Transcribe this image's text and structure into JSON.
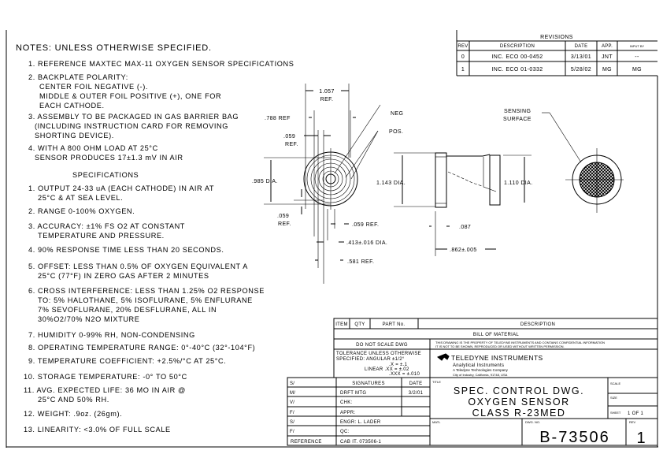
{
  "notes": {
    "title": "NOTES: UNLESS OTHERWISE SPECIFIED.",
    "items": [
      [
        "1. REFERENCE   MAXTEC MAX-11 OXYGEN SENSOR SPECIFICATIONS"
      ],
      [
        "2. BACKPLATE POLARITY:",
        "CENTER FOIL NEGATIVE (-).",
        "MIDDLE & OUTER FOIL POSITIVE (+), ONE FOR",
        "EACH CATHODE."
      ],
      [
        "3. ASSEMBLY TO BE PACKAGED IN GAS BARRIER BAG",
        "(INCLUDING INSTRUCTION CARD FOR REMOVING",
        "SHORTING DEVICE)."
      ],
      [
        "4. WITH A 800 OHM LOAD AT 25°C",
        "SENSOR PRODUCES 17±1.3 mV IN AIR"
      ]
    ]
  },
  "specs": {
    "title": "SPECIFICATIONS",
    "items": [
      [
        "1. OUTPUT 24-33 uA (EACH CATHODE) IN AIR AT",
        "25°C & AT SEA LEVEL."
      ],
      [
        "2. RANGE 0-100% OXYGEN."
      ],
      [
        "3. ACCURACY: ±1% FS O2 AT CONSTANT",
        "TEMPERATURE AND PRESSURE."
      ],
      [
        "4. 90% RESPONSE TIME LESS THAN 20 SECONDS."
      ],
      [
        "5. OFFSET: LESS THAN 0.5% OF OXYGEN EQUIVALENT A",
        "25°C (77°F) IN ZERO GAS AFTER 2 MINUTES"
      ],
      [
        "6. CROSS INTERFERENCE: LESS THAN 1.25% O2 RESPONSE",
        "TO: 5% HALOTHANE, 5% ISOFLURANE, 5% ENFLURANE",
        "7% SEVOFLURANE, 20% DESFLURANE, ALL IN",
        "30%O2/70% N2O MIXTURE"
      ],
      [
        "7. HUMIDITY 0-99% RH, NON-CONDENSING"
      ],
      [
        "8. OPERATING TEMPERATURE RANGE: 0°-40°C (32°-104°F)"
      ],
      [
        "9. TEMPERATURE COEFFICIENT: +2.5%/°C AT 25°C."
      ],
      [
        "10. STORAGE TEMPERATURE: -0° TO 50°C"
      ],
      [
        "11. AVG. EXPECTED LIFE: 36 MO IN AIR @",
        "25°C AND 50% RH."
      ],
      [
        "12. WEIGHT: .9oz. (26gm)."
      ],
      [
        "13. LINEARITY: <3.0% OF FULL SCALE"
      ]
    ]
  },
  "revisions": {
    "title": "REVISIONS",
    "headers": [
      "REV",
      "DESCRIPTION",
      "DATE",
      "APP.",
      "INPUT BY"
    ],
    "rows": [
      [
        "0",
        "INC. ECO 00-0452",
        "3/13/01",
        "JNT",
        "--"
      ],
      [
        "1",
        "INC. ECO 01-0332",
        "5/28/02",
        "MG",
        "MG"
      ]
    ]
  },
  "dims": {
    "d1057": "1.057",
    "ref": "REF.",
    "d788": ".788 REF",
    "d059a": ".059",
    "refa": "REF.",
    "neg": "NEG",
    "pos": "POS.",
    "d985": ".985 DIA.",
    "d059b": ".059",
    "refb": "REF.",
    "d059c": ".059 REF.",
    "d413": ".413±.016 DIA.",
    "d581": ".581 REF.",
    "d1143": "1.143 DIA.",
    "d1110": "1.110 DIA.",
    "d087": ".087",
    "d862": ".862±.005",
    "sensing1": "SENSING",
    "sensing2": "SURFACE"
  },
  "bom": {
    "headers": [
      "ITEM",
      "QTY",
      "PART No.",
      "DESCRIPTION"
    ],
    "title": "BILL OF MATERIAL",
    "no_scale": "DO NOT SCALE DWG",
    "proprietary1": "THIS DRAWING IS THE PROPERTY OF TELEDYNE INSTRUMENTS AND CONTAINS CONFIDENTIAL INFORMATION",
    "proprietary2": "IT IS NOT TO BE SHOWN, REPRODUCED OR USED WITHOUT WRITTEN PERMISSION.",
    "tol1": "TOLERANCE UNLESS OTHERWISE",
    "tol2": "SPECIFIED: ANGULAR ±1/2°",
    "tol3": ".X    = ±.1",
    "tol4": "LINEAR  .XX    = ±.02",
    "tol5": ".XXX  = ±.010",
    "company": "TELEDYNE INSTRUMENTS",
    "division": "Analytical Instruments",
    "sub": "A Teledyne Technologies Company",
    "address": "City of Industry, California, 91748, USA"
  },
  "signatures": {
    "rows": [
      [
        "S/",
        "SIGNATURES",
        "DATE"
      ],
      [
        "M/",
        "DRFT  MTG",
        "3/2/01"
      ],
      [
        "V/",
        "CHK:",
        ""
      ],
      [
        "F/",
        "APPR:",
        ""
      ],
      [
        "S/",
        "ENGR:   L. LADER",
        ""
      ],
      [
        "F/",
        "QC:",
        ""
      ],
      [
        "REFERENCE",
        "CAB IT. 073506-1",
        ""
      ]
    ]
  },
  "titleblock": {
    "title_label": "TITLE",
    "title1": "SPEC. CONTROL DWG.",
    "title2": "OXYGEN SENSOR",
    "title3": "CLASS R-23MED",
    "scale_label": "SCALE",
    "size_label": "SIZE",
    "sheet_label": "SHEET",
    "sheet_value": "1 OF 1",
    "matl_label": "MATL",
    "dwg_label": "DWG. NO.",
    "dwg_no": "B-73506",
    "rev_label": "REV",
    "rev": "1"
  }
}
